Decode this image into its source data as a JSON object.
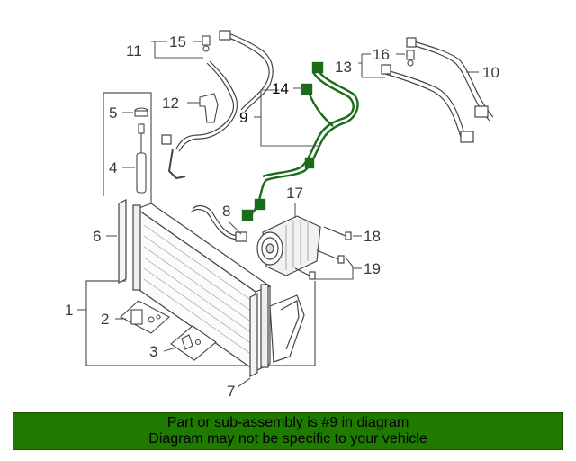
{
  "colors": {
    "banner": "#1f7a00",
    "highlight_part": "#1a6b1a",
    "line": "#555555"
  },
  "callouts": {
    "c1": "1",
    "c2": "2",
    "c3": "3",
    "c4": "4",
    "c5": "5",
    "c6": "6",
    "c7": "7",
    "c8": "8",
    "c9": "9",
    "c10": "10",
    "c11": "11",
    "c12": "12",
    "c13": "13",
    "c14": "14",
    "c15": "15",
    "c16": "16",
    "c17": "17",
    "c18": "18",
    "c19": "19"
  },
  "banner": {
    "line1": "Part or sub-assembly is #9 in diagram",
    "line2": "Diagram may not be specific to your vehicle"
  }
}
